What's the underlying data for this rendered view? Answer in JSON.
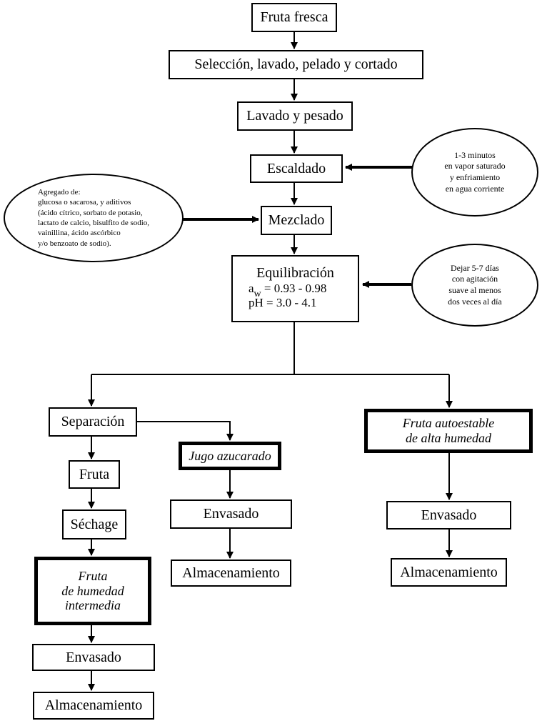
{
  "steps": {
    "fruta_fresca": "Fruta fresca",
    "seleccion": "Selección, lavado, pelado y cortado",
    "lavado_pesado": "Lavado y pesado",
    "escaldado": "Escaldado",
    "mezclado": "Mezclado",
    "equilibracion": {
      "title": "Equilibración",
      "aw_symbol": "a",
      "aw_subscript": "w",
      "aw_value": "= 0.93 - 0.98",
      "ph": "pH = 3.0 - 4.1"
    },
    "separacion": "Separación",
    "fruta": "Fruta",
    "sechage": "Séchage",
    "fruta_humedad_intermedia": "Fruta\nde humedad\nintermedia",
    "jugo_azucarado": "Jugo azucarado",
    "fruta_autoestable": "Fruta autoestable\nde alta humedad",
    "envasado": "Envasado",
    "almacenamiento": "Almacenamiento"
  },
  "notes": {
    "escaldado": "1-3 minutos\nen vapor saturado\ny enfriamiento\nen agua corriente",
    "mezclado": "Agregado de:\nglucosa o sacarosa, y aditivos\n(ácido cítrico, sorbato de potasio,\nlactato de calcio, bisulfito de sodio,\nvainillina, ácido ascórbico\ny/o benzoato de sodio).",
    "equilibracion": "Dejar 5-7 días\ncon agitación\nsuave al menos\ndos veces al día"
  }
}
